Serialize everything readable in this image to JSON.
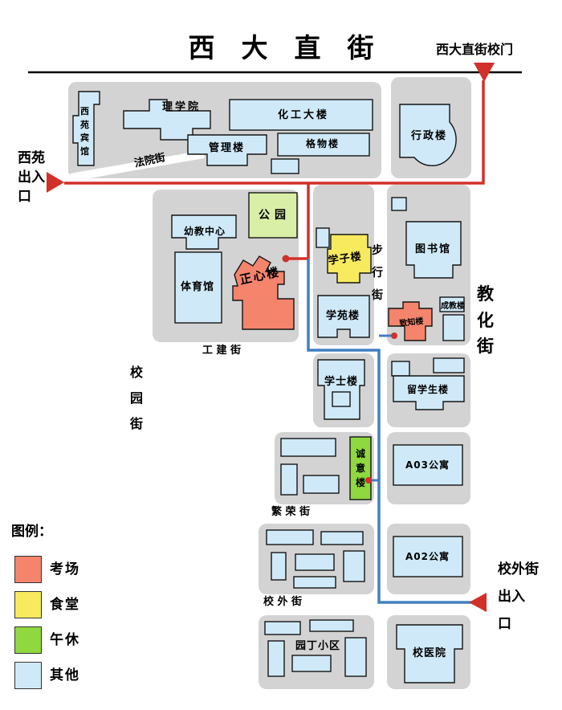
{
  "map_title": "西　大　直　街",
  "entrances": {
    "top_gate": "西大直街校门",
    "west": "西苑\n出入\n口",
    "southeast": "校外街\n出入\n口"
  },
  "streets": {
    "fayuan": "法院街",
    "gongjian": "工 建 街",
    "xiaoyuan": "校园街",
    "buxing": "步行街",
    "jiaohua": "教化街",
    "fanrong": "繁 荣 街",
    "xiaowai": "校 外 街"
  },
  "buildings": {
    "xiyuan_hotel": "西苑宾馆",
    "lixueyuan": "理学院",
    "huagong": "化工大楼",
    "guanli": "管理楼",
    "gewu": "格物楼",
    "xingzheng": "行政楼",
    "gongyuan": "公园",
    "youjiao": "幼教中心",
    "tiyuguan": "体育馆",
    "zhengxin": "正心楼",
    "xuezi": "学子楼",
    "xueyuanlou": "学苑楼",
    "tushuguan": "图书馆",
    "chengjiao": "成教楼",
    "zhizhi": "致知楼",
    "xueshi": "学士楼",
    "liuxuesheng": "留学生楼",
    "chengyi": "诚意楼",
    "a03": "A03公寓",
    "a02": "A02公寓",
    "yuanding": "园丁小区",
    "xiaoyiyuan": "校医院"
  },
  "legend": {
    "title": "图例：",
    "items": [
      {
        "label": "考场"
      },
      {
        "label": "食堂"
      },
      {
        "label": "午休"
      },
      {
        "label": "其他"
      }
    ]
  },
  "colors": {
    "exam": "#f4846c",
    "canteen": "#f8ea5e",
    "rest": "#8fd83f",
    "park": "#d9efa8",
    "other": "#cfe9f8",
    "block": "#d3d3d3",
    "route_red": "#d2302a",
    "route_blue": "#4080c0"
  }
}
